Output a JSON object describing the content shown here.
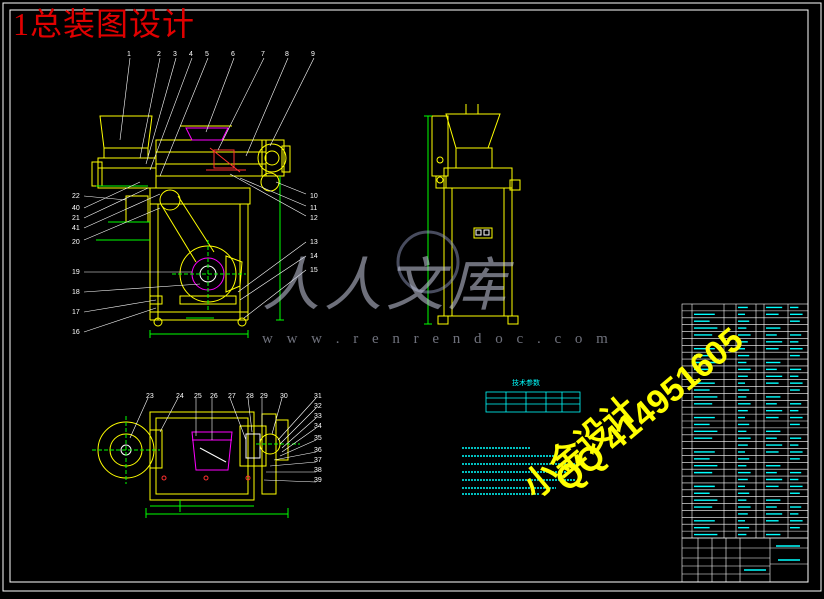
{
  "drawing": {
    "title": "1总装图设计",
    "watermark_main": "人人文库",
    "watermark_url": "w w w . r e n r e n d o c . c o m",
    "overlay_text_1": "小金设计",
    "overlay_text_2": "QQ 414951605",
    "table_heading": "技术参数",
    "part_numbers_left": [
      "22",
      "40",
      "21",
      "41",
      "20",
      "19",
      "18",
      "17",
      "16"
    ],
    "part_numbers_top": [
      "1",
      "2",
      "3",
      "4",
      "5",
      "6",
      "7",
      "8",
      "9"
    ],
    "part_numbers_right": [
      "10",
      "11",
      "12",
      "13",
      "14",
      "15"
    ],
    "part_numbers_bottom": [
      "23",
      "24",
      "25",
      "26",
      "27",
      "28",
      "29",
      "30",
      "31",
      "32",
      "33",
      "34",
      "35",
      "36",
      "37",
      "38",
      "39"
    ]
  },
  "colors": {
    "background": "#000000",
    "frame": "#ffffff",
    "outline": "#ffff00",
    "leader": "#ffffff",
    "dimension": "#00ff00",
    "detail": "#ff00ff",
    "accent": "#00ffff",
    "title": "#e00000"
  }
}
